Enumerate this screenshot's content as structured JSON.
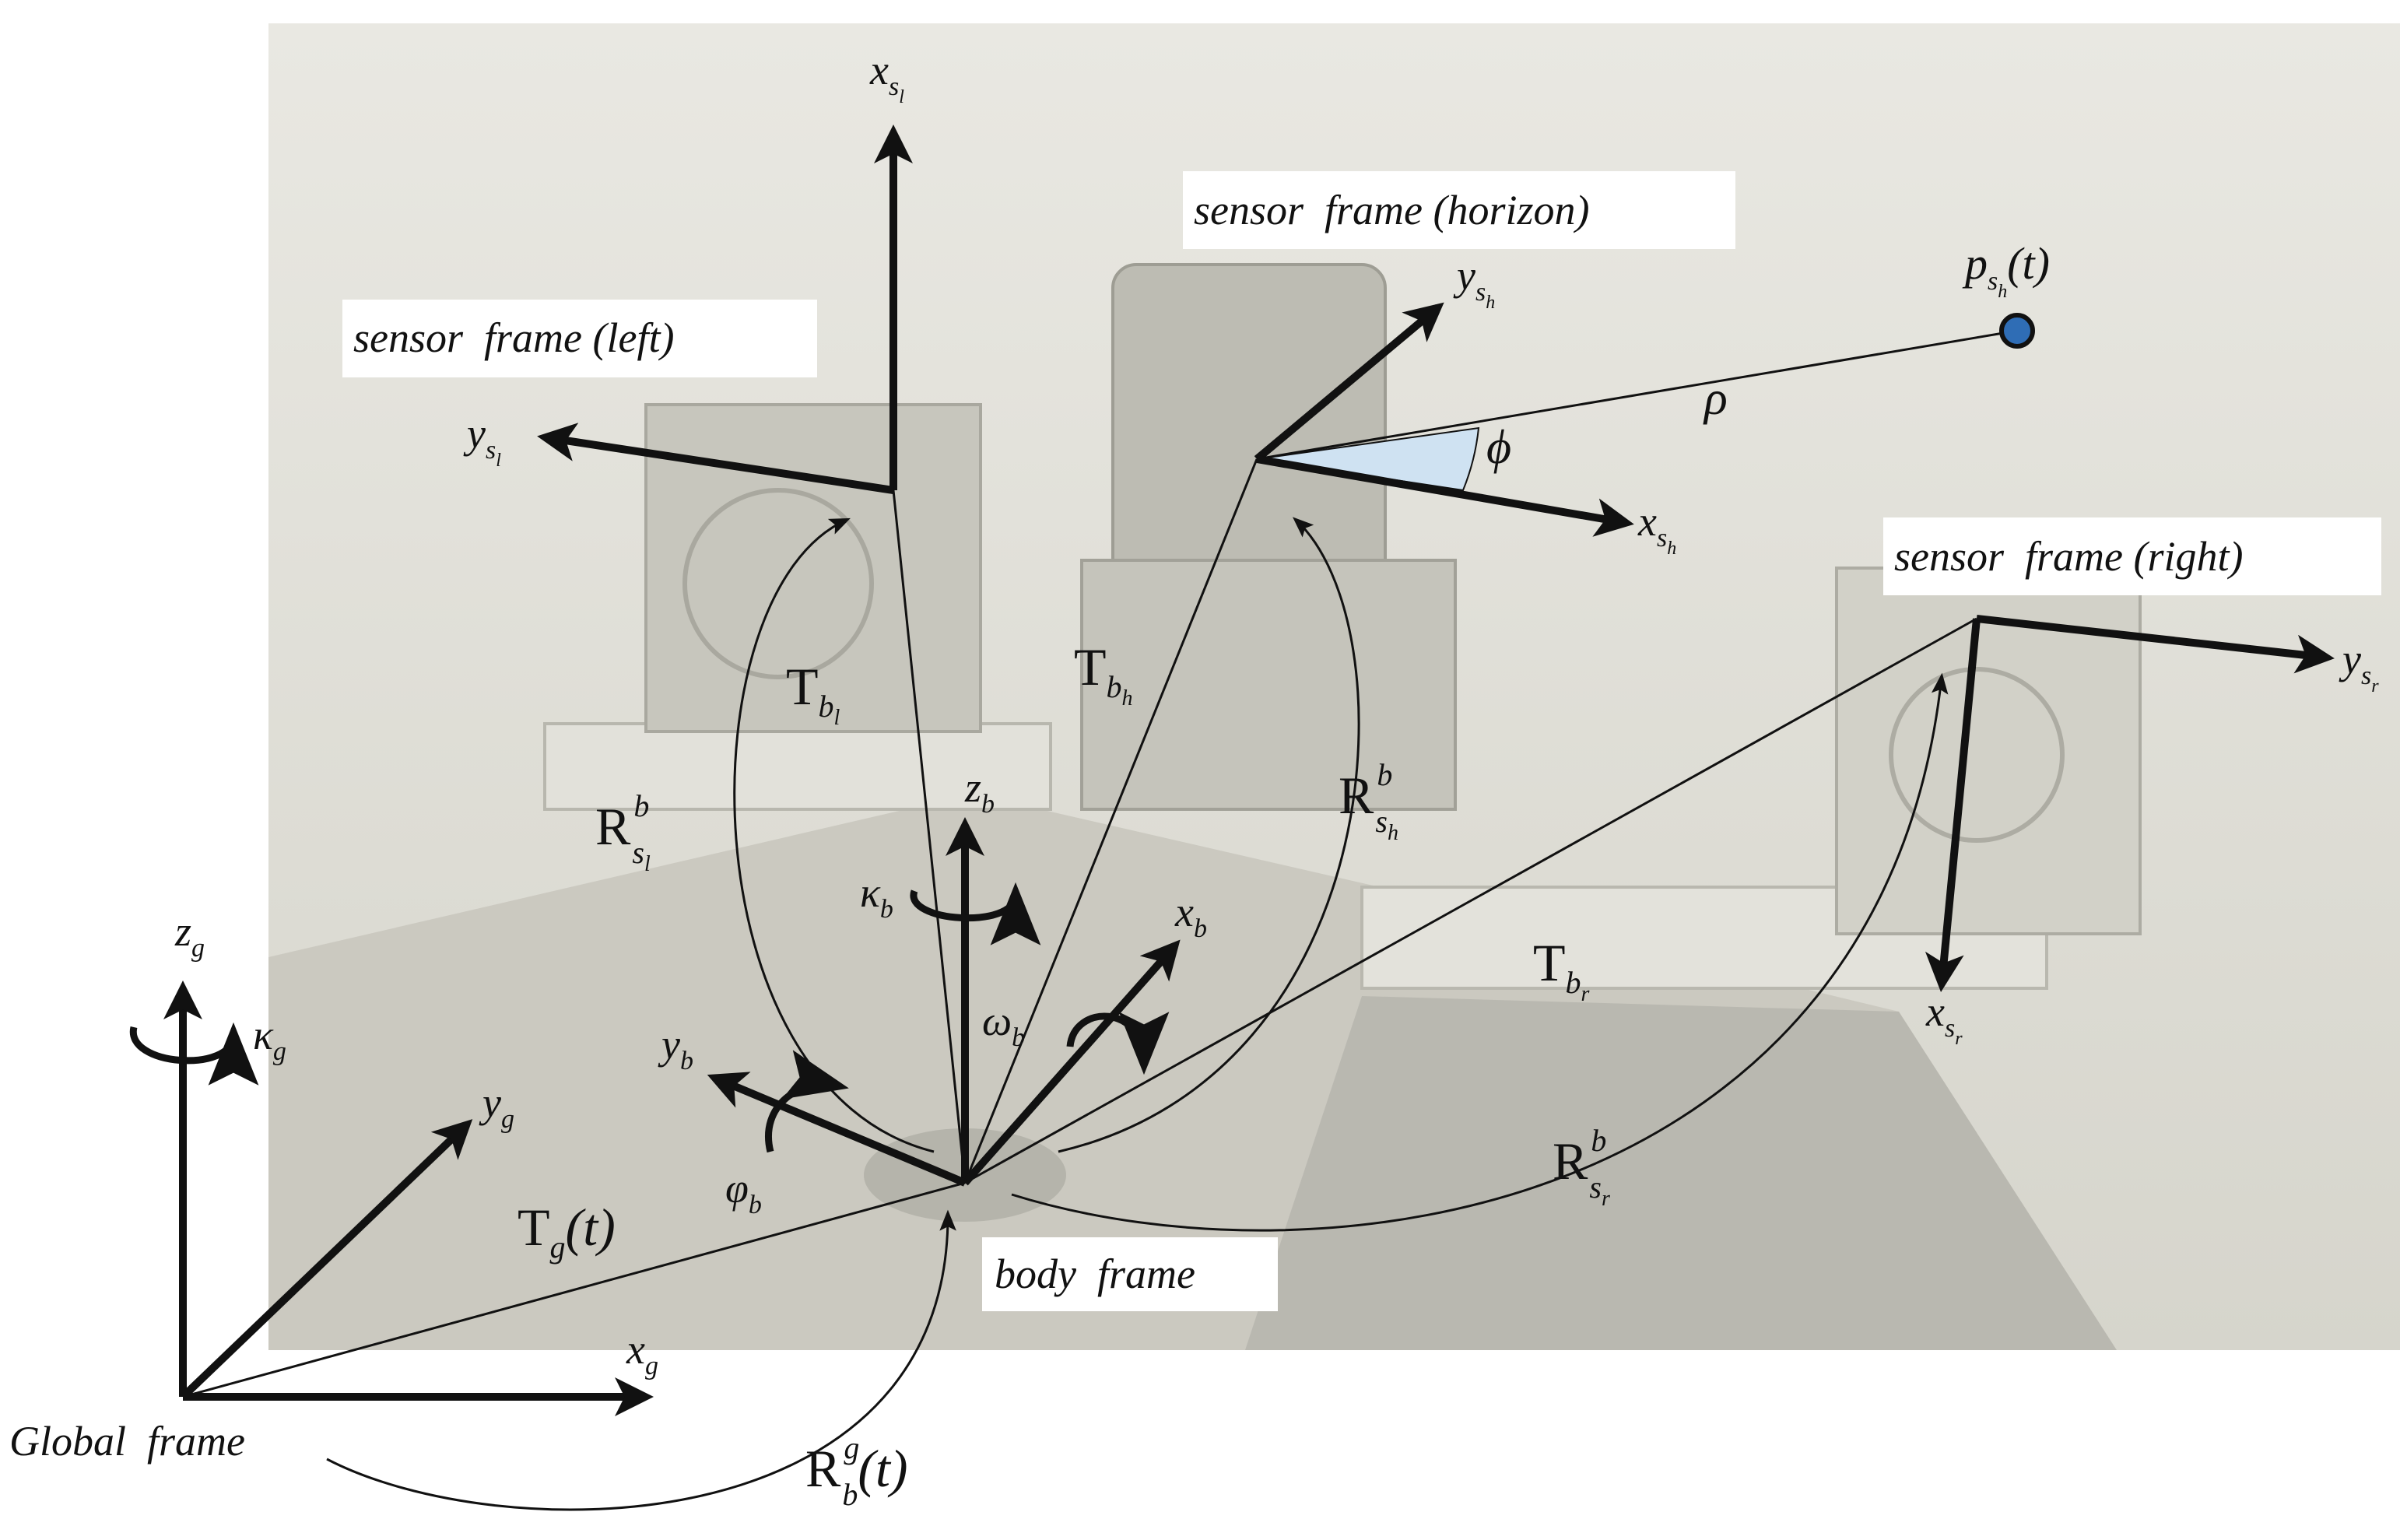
{
  "frame_labels": {
    "sensor_left": "sensor  frame (left)",
    "sensor_horizon": "sensor  frame (horizon)",
    "sensor_right": "sensor  frame (right)",
    "body": "body  frame",
    "global": "Global  frame"
  },
  "axes": {
    "x_sl": {
      "base": "x",
      "sub": "s",
      "subsub": "l"
    },
    "y_sl": {
      "base": "y",
      "sub": "s",
      "subsub": "l"
    },
    "y_sh": {
      "base": "y",
      "sub": "s",
      "subsub": "h"
    },
    "x_sh": {
      "base": "x",
      "sub": "s",
      "subsub": "h"
    },
    "y_sr": {
      "base": "y",
      "sub": "s",
      "subsub": "r"
    },
    "x_sr": {
      "base": "x",
      "sub": "s",
      "subsub": "r"
    },
    "z_b": {
      "base": "z",
      "sub": "b"
    },
    "x_b": {
      "base": "x",
      "sub": "b"
    },
    "y_b": {
      "base": "y",
      "sub": "b"
    },
    "z_g": {
      "base": "z",
      "sub": "g"
    },
    "y_g": {
      "base": "y",
      "sub": "g"
    },
    "x_g": {
      "base": "x",
      "sub": "g"
    }
  },
  "rotations": {
    "kappa_b": {
      "base": "κ",
      "sub": "b"
    },
    "omega_b": {
      "base": "ω",
      "sub": "b"
    },
    "phi_b": {
      "base": "φ",
      "sub": "b"
    },
    "kappa_g": {
      "base": "κ",
      "sub": "g"
    }
  },
  "transforms": {
    "T_bl": {
      "base": "T",
      "sub": "b",
      "subsub": "l"
    },
    "T_bh": {
      "base": "T",
      "sub": "b",
      "subsub": "h"
    },
    "T_br": {
      "base": "T",
      "sub": "b",
      "subsub": "r"
    },
    "T_g": {
      "base": "T",
      "sub": "g",
      "arg": "(t)"
    },
    "R_sl_b": {
      "base": "R",
      "sup": "b",
      "sub": "s",
      "subsub": "l"
    },
    "R_sh_b": {
      "base": "R",
      "sup": "b",
      "sub": "s",
      "subsub": "h"
    },
    "R_sr_b": {
      "base": "R",
      "sup": "b",
      "sub": "s",
      "subsub": "r"
    },
    "R_b_g": {
      "base": "R",
      "sup": "g",
      "sub": "b",
      "arg": "(t)"
    }
  },
  "point": {
    "base": "p",
    "sub": "s",
    "subsub": "h",
    "arg": "(t)",
    "color": "#2f6db5"
  },
  "polar": {
    "rho": "ρ",
    "phi": "ϕ",
    "wedge_color": "#cfe2f2"
  },
  "colors": {
    "photo_bg": "#dcdbd3",
    "ink": "#111111"
  }
}
